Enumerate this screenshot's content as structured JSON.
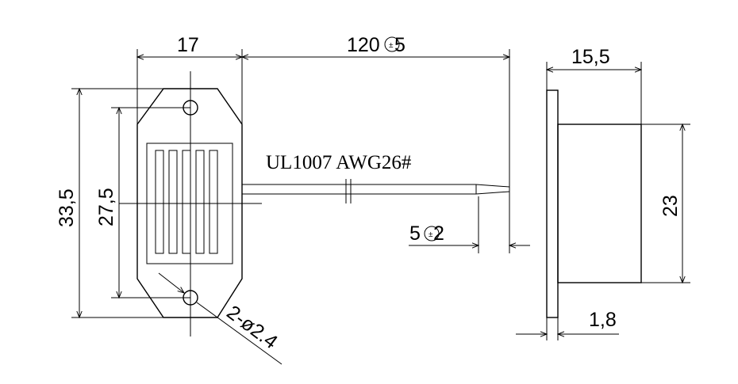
{
  "dimensions": {
    "width_top": "17",
    "wire_length": "120",
    "wire_length_tol": "5",
    "side_depth": "15,5",
    "overall_height": "33,5",
    "hole_spacing": "27,5",
    "body_height": "23",
    "strip_length": "5",
    "strip_tol": "2",
    "flange_thickness": "1,8",
    "holes": "2-ø2.4"
  },
  "wire_spec": "UL1007 AWG26#",
  "tol_marker": "±"
}
